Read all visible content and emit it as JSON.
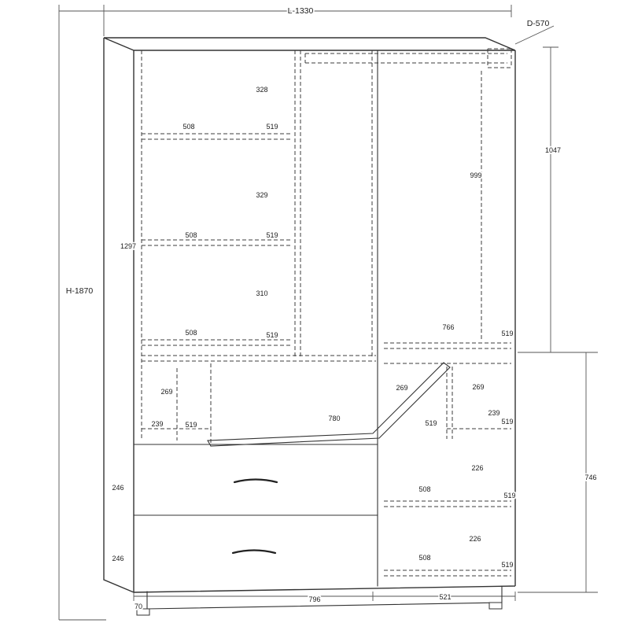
{
  "page": {
    "background": "#ffffff",
    "line_color": "#333333",
    "kind": "furniture technical drawing (wardrobe with drawers, dimensions in mm)"
  },
  "drawing": {
    "overall": {
      "length": "L-1330",
      "depth": "D-570",
      "height": "H-1870"
    },
    "labels": {
      "top_gap": "328",
      "shelf1_depth": "508",
      "shelf1_width": "519",
      "right_upper_height": "1047",
      "rail_height": "999",
      "mid_gap": "329",
      "shelf2_depth": "508",
      "shelf2_width": "519",
      "left_inner_height": "1297",
      "low_gap": "310",
      "shelf3_depth": "508",
      "shelf3_width": "519",
      "right_shelf_width": "766",
      "right_shelf_depth": "519",
      "niche_left_height": "269",
      "niche_center_height": "269",
      "niche_right_height": "269",
      "niche_left_depth": "239",
      "niche_left_width": "519",
      "flap_width": "780",
      "niche_center_width": "519",
      "niche_right_depth": "239",
      "niche_right_width": "519",
      "drawer1_height": "246",
      "lower_right_gap1": "226",
      "right_lower_height": "746",
      "lower_shelf1_depth": "508",
      "lower_shelf1_width": "519",
      "drawer2_height": "246",
      "lower_right_gap2": "226",
      "lower_shelf2_depth": "508",
      "lower_shelf2_width": "519",
      "plinth_height": "70",
      "bottom_left_width": "796",
      "bottom_right_width": "521"
    }
  }
}
